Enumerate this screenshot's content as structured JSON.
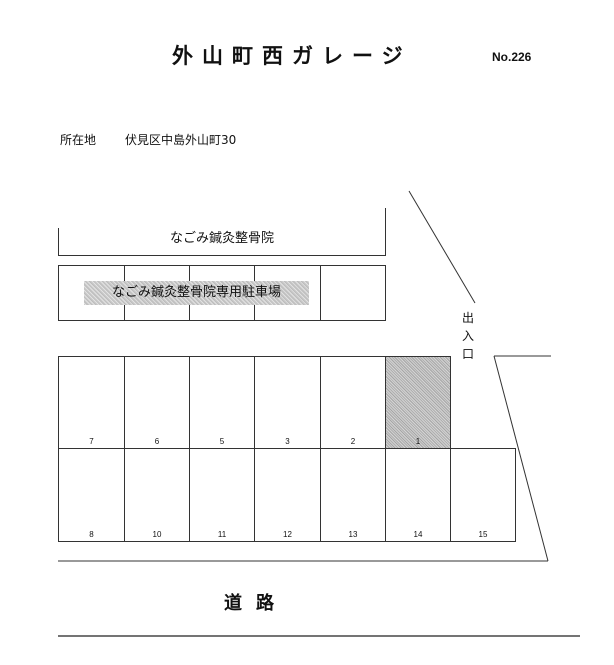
{
  "header": {
    "title": "外山町西ガレージ",
    "doc_number": "No.226"
  },
  "location": {
    "label": "所在地",
    "address": "伏見区中島外山町30"
  },
  "building": {
    "label": "なごみ鍼灸整骨院"
  },
  "clinic_parking": {
    "label": "なごみ鍼灸整骨院専用駐車場",
    "cells": 5
  },
  "entrance": {
    "label": "出入口",
    "chars": [
      "出",
      "入",
      "口"
    ]
  },
  "parking": {
    "row1": [
      {
        "number": "7",
        "shaded": false
      },
      {
        "number": "6",
        "shaded": false
      },
      {
        "number": "5",
        "shaded": false
      },
      {
        "number": "3",
        "shaded": false
      },
      {
        "number": "2",
        "shaded": false
      },
      {
        "number": "1",
        "shaded": true
      }
    ],
    "row2": [
      {
        "number": "8",
        "shaded": false
      },
      {
        "number": "10",
        "shaded": false
      },
      {
        "number": "11",
        "shaded": false
      },
      {
        "number": "12",
        "shaded": false
      },
      {
        "number": "13",
        "shaded": false
      },
      {
        "number": "14",
        "shaded": false
      },
      {
        "number": "15",
        "shaded": false
      }
    ],
    "highlight_color": "#bdbdbd"
  },
  "road": {
    "label": "道路"
  }
}
